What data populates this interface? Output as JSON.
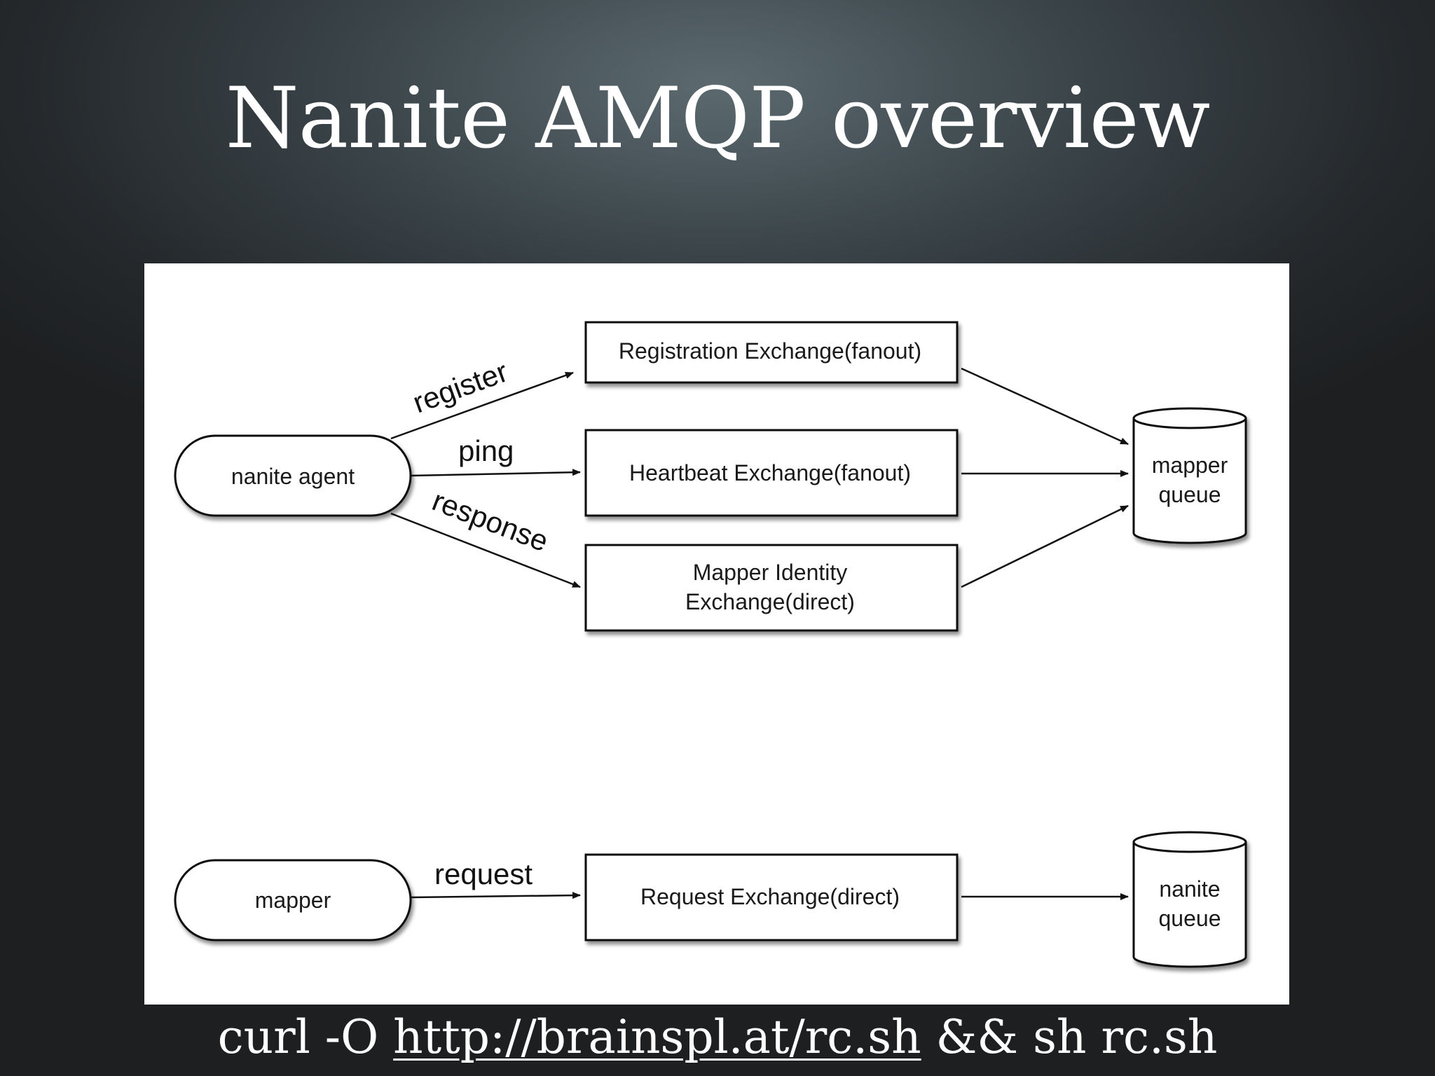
{
  "slide": {
    "title": "Nanite AMQP overview"
  },
  "diagram": {
    "nodes": {
      "nanite_agent": "nanite agent",
      "registration_exchange": "Registration Exchange(fanout)",
      "heartbeat_exchange": "Heartbeat Exchange(fanout)",
      "mapper_identity_exchange_line1": "Mapper Identity",
      "mapper_identity_exchange_line2": "Exchange(direct)",
      "mapper_queue_line1": "mapper",
      "mapper_queue_line2": "queue",
      "mapper": "mapper",
      "request_exchange": "Request Exchange(direct)",
      "nanite_queue_line1": "nanite",
      "nanite_queue_line2": "queue"
    },
    "edges": {
      "register": "register",
      "ping": "ping",
      "response": "response",
      "request": "request"
    }
  },
  "footer": {
    "command_prefix": "curl -O ",
    "url": "http://brainspl.at/rc.sh",
    "command_suffix": " && sh rc.sh"
  }
}
